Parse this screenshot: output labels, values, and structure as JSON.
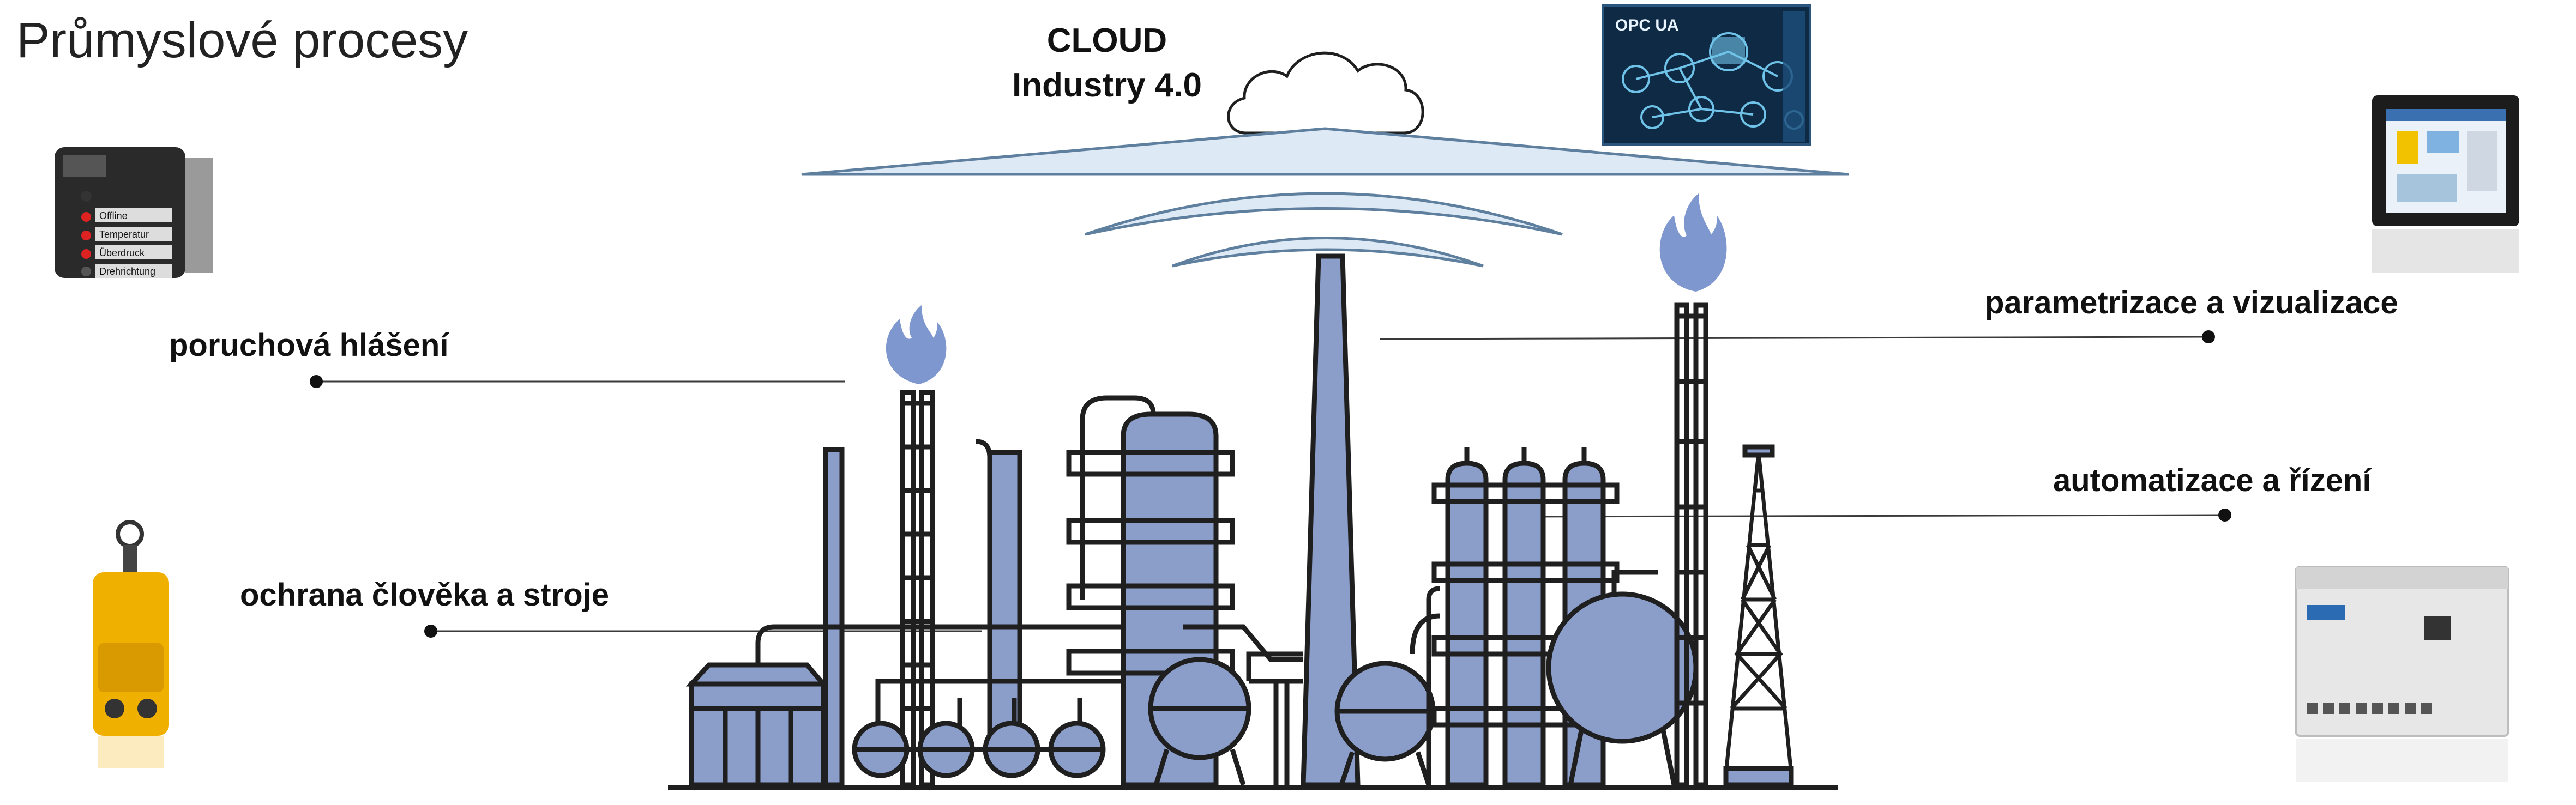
{
  "title": "Průmyslové procesy",
  "cloud": {
    "line1": "CLOUD",
    "line2": "Industry 4.0"
  },
  "opc_badge": "OPC UA",
  "labels": {
    "fault": "poruchová hlášení",
    "protection": "ochrana člověka a stroje",
    "param": "parametrizace a vizualizace",
    "automation": "automatizace a řízení"
  },
  "fault_panel_rows": [
    "Offline",
    "Temperatur",
    "Überdruck",
    "Drehrichtung"
  ],
  "colors": {
    "plant_fill": "#8b9dc9",
    "plant_line": "#1f1f1f",
    "cloud_fill": "#dde9f5",
    "cloud_line": "#5f7f9f",
    "flame": "#7f97cf"
  }
}
